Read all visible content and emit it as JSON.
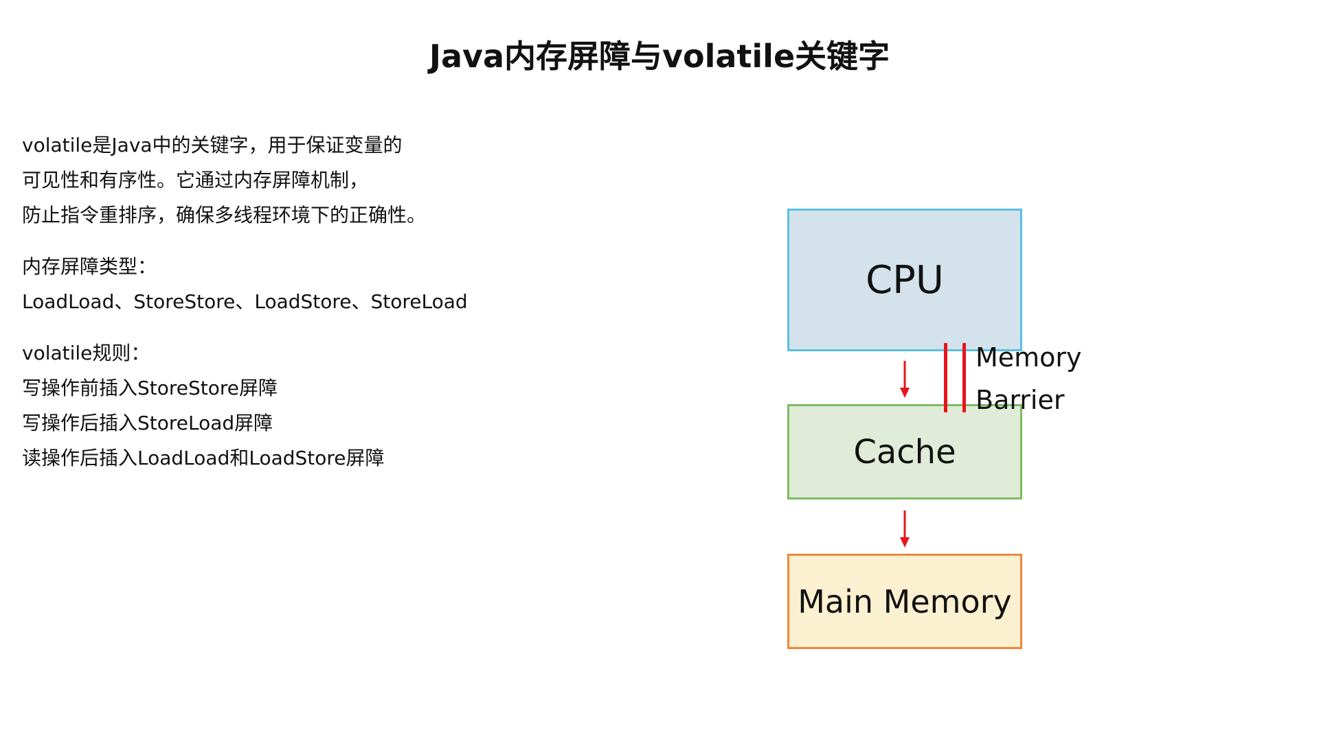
{
  "title": "Java内存屏障与volatile关键字",
  "description": {
    "lines": [
      "volatile是Java中的关键字，用于保证变量的",
      "可见性和有序性。它通过内存屏障机制，",
      "防止指令重排序，确保多线程环境下的正确性。"
    ]
  },
  "barrier_types": {
    "heading": "内存屏障类型：",
    "list": "LoadLoad、StoreStore、LoadStore、StoreLoad"
  },
  "volatile_rules": {
    "heading": "volatile规则：",
    "rules": [
      "写操作前插入StoreStore屏障",
      "写操作后插入StoreLoad屏障",
      "读操作后插入LoadLoad和LoadStore屏障"
    ]
  },
  "diagram": {
    "cpu_label": "CPU",
    "cache_label": "Cache",
    "main_memory_label": "Main Memory",
    "barrier_label_line1": "Memory",
    "barrier_label_line2": "Barrier",
    "colors": {
      "cpu_fill": "#d4e2eb",
      "cpu_border": "#5bc0de",
      "cache_fill": "#e0ecd8",
      "cache_border": "#7dbb62",
      "main_fill": "#fbf0cf",
      "main_border": "#f0883a",
      "arrow": "#e8141b",
      "barrier": "#e8141b"
    }
  }
}
